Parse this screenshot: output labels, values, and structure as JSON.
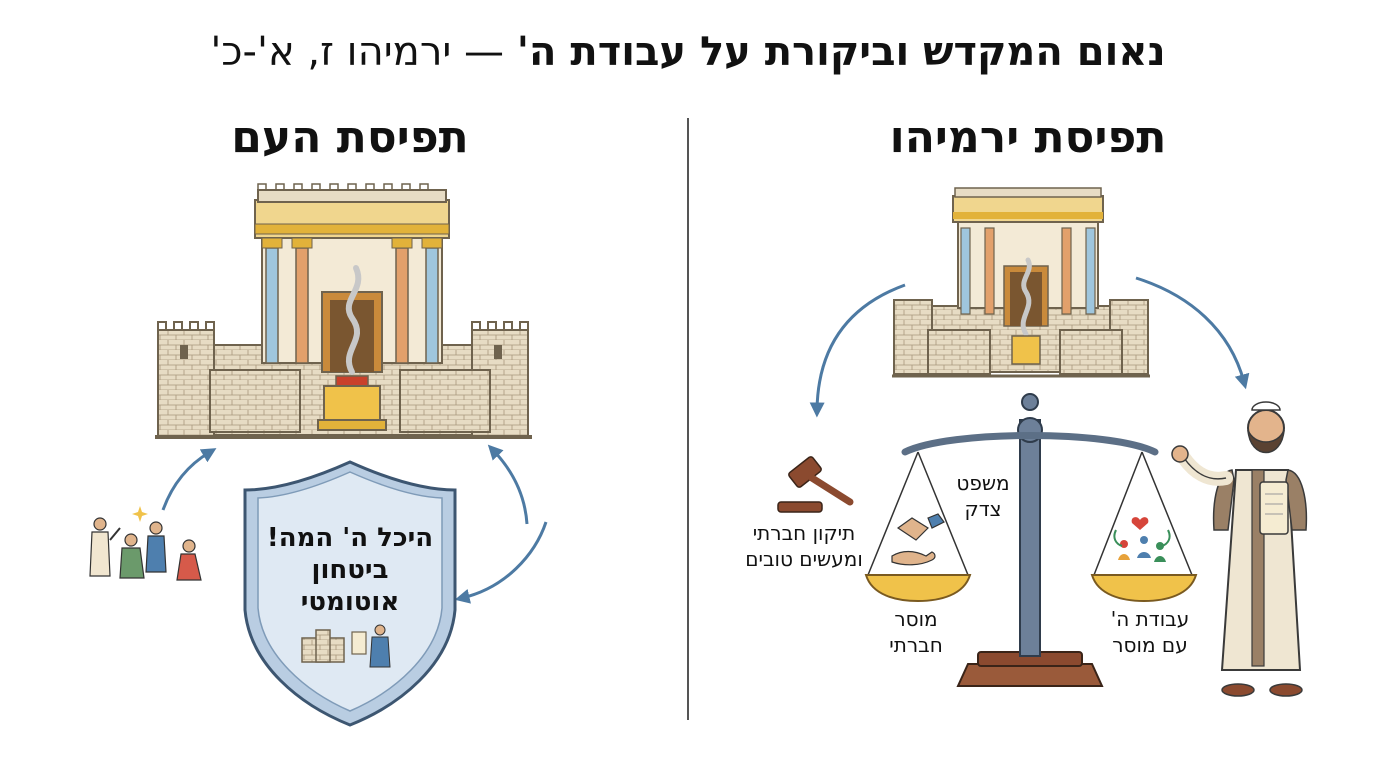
{
  "title": {
    "bold": "נאום המקדש וביקורת על עבודת ה'",
    "light": " — ירמיהו ז, א'-כ'"
  },
  "left": {
    "heading": "תפיסת העם",
    "shield_lines": [
      "היכל ה' המה!",
      "ביטחון",
      "אוטומטי"
    ]
  },
  "right": {
    "heading": "תפיסת ירמיהו",
    "gavel_label_lines": [
      "תיקון חברתי",
      "ומעשים טובים"
    ],
    "justice_label_lines": [
      "משפט",
      "צדק"
    ],
    "left_pan_label_lines": [
      "מוסר",
      "חברתי"
    ],
    "right_pan_label_lines": [
      "עבודת ה'",
      "עם מוסר"
    ]
  },
  "colors": {
    "arrow": "#4d7aa3",
    "gold": "#e2b23a",
    "stone": "#e7dcc4",
    "stone_line": "#8a7b63",
    "shield": "#b9cde2",
    "scale_dark": "#5c6f86",
    "scale_base": "#8b4a2f"
  }
}
